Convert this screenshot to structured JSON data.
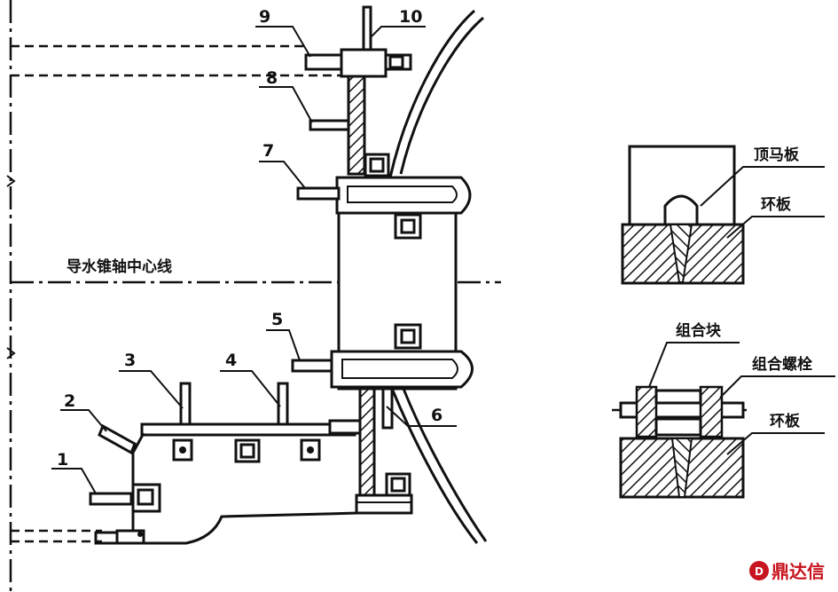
{
  "labels": {
    "n1": "1",
    "n2": "2",
    "n3": "3",
    "n4": "4",
    "n5": "5",
    "n6": "6",
    "n7": "7",
    "n8": "8",
    "n9": "9",
    "n10": "10",
    "centerline": "导水锥轴中心线",
    "plate_top": "顶马板",
    "ring_top": "环板",
    "combo_piece": "组合块",
    "combo_bolt": "组合螺栓",
    "ring_bottom": "环板"
  },
  "watermark": {
    "icon": "dingdaxin-logo",
    "text": "鼎达信",
    "color": "#c8141e"
  }
}
